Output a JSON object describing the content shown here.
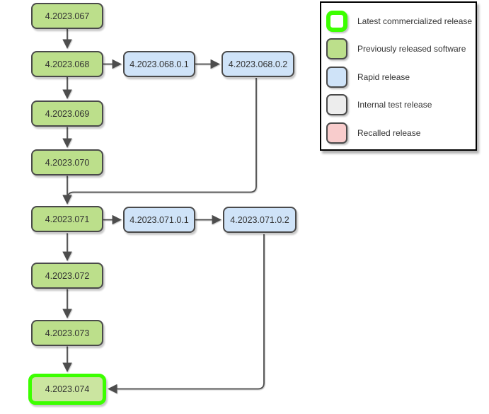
{
  "diagram": {
    "nodes": {
      "n067": {
        "label": "4.2023.067",
        "type": "previously_released"
      },
      "n068": {
        "label": "4.2023.068",
        "type": "previously_released"
      },
      "n068_0_1": {
        "label": "4.2023.068.0.1",
        "type": "rapid_release"
      },
      "n068_0_2": {
        "label": "4.2023.068.0.2",
        "type": "rapid_release"
      },
      "n069": {
        "label": "4.2023.069",
        "type": "previously_released"
      },
      "n070": {
        "label": "4.2023.070",
        "type": "previously_released"
      },
      "n071": {
        "label": "4.2023.071",
        "type": "previously_released"
      },
      "n071_0_1": {
        "label": "4.2023.071.0.1",
        "type": "rapid_release"
      },
      "n071_0_2": {
        "label": "4.2023.071.0.2",
        "type": "rapid_release"
      },
      "n072": {
        "label": "4.2023.072",
        "type": "previously_released"
      },
      "n073": {
        "label": "4.2023.073",
        "type": "previously_released"
      },
      "n074": {
        "label": "4.2023.074",
        "type": "latest_commercialized"
      }
    },
    "edges": [
      {
        "from": "4.2023.067",
        "to": "4.2023.068"
      },
      {
        "from": "4.2023.068",
        "to": "4.2023.068.0.1"
      },
      {
        "from": "4.2023.068.0.1",
        "to": "4.2023.068.0.2"
      },
      {
        "from": "4.2023.068",
        "to": "4.2023.069"
      },
      {
        "from": "4.2023.069",
        "to": "4.2023.070"
      },
      {
        "from": "4.2023.070",
        "to": "4.2023.071"
      },
      {
        "from": "4.2023.068.0.2",
        "to": "4.2023.071"
      },
      {
        "from": "4.2023.071",
        "to": "4.2023.071.0.1"
      },
      {
        "from": "4.2023.071.0.1",
        "to": "4.2023.071.0.2"
      },
      {
        "from": "4.2023.071",
        "to": "4.2023.072"
      },
      {
        "from": "4.2023.072",
        "to": "4.2023.073"
      },
      {
        "from": "4.2023.073",
        "to": "4.2023.074"
      },
      {
        "from": "4.2023.071.0.2",
        "to": "4.2023.074"
      }
    ]
  },
  "legend": {
    "items": [
      {
        "key": "latest",
        "label": "Latest commercialized release"
      },
      {
        "key": "previous",
        "label": "Previously released software"
      },
      {
        "key": "rapid",
        "label": "Rapid release"
      },
      {
        "key": "internal",
        "label": "Internal test release"
      },
      {
        "key": "recalled",
        "label": "Recalled release"
      }
    ]
  },
  "colors": {
    "green_fill": "#bcdf8b",
    "blue_fill": "#cfe3f8",
    "internal_fill": "#ededed",
    "recalled_fill": "#f8cccc",
    "latest_border": "#3cff00",
    "latest_fill": "#cbe5a0",
    "node_border": "#4a4a4a",
    "edge_color": "#4d4d4d",
    "legend_border": "#000000"
  }
}
